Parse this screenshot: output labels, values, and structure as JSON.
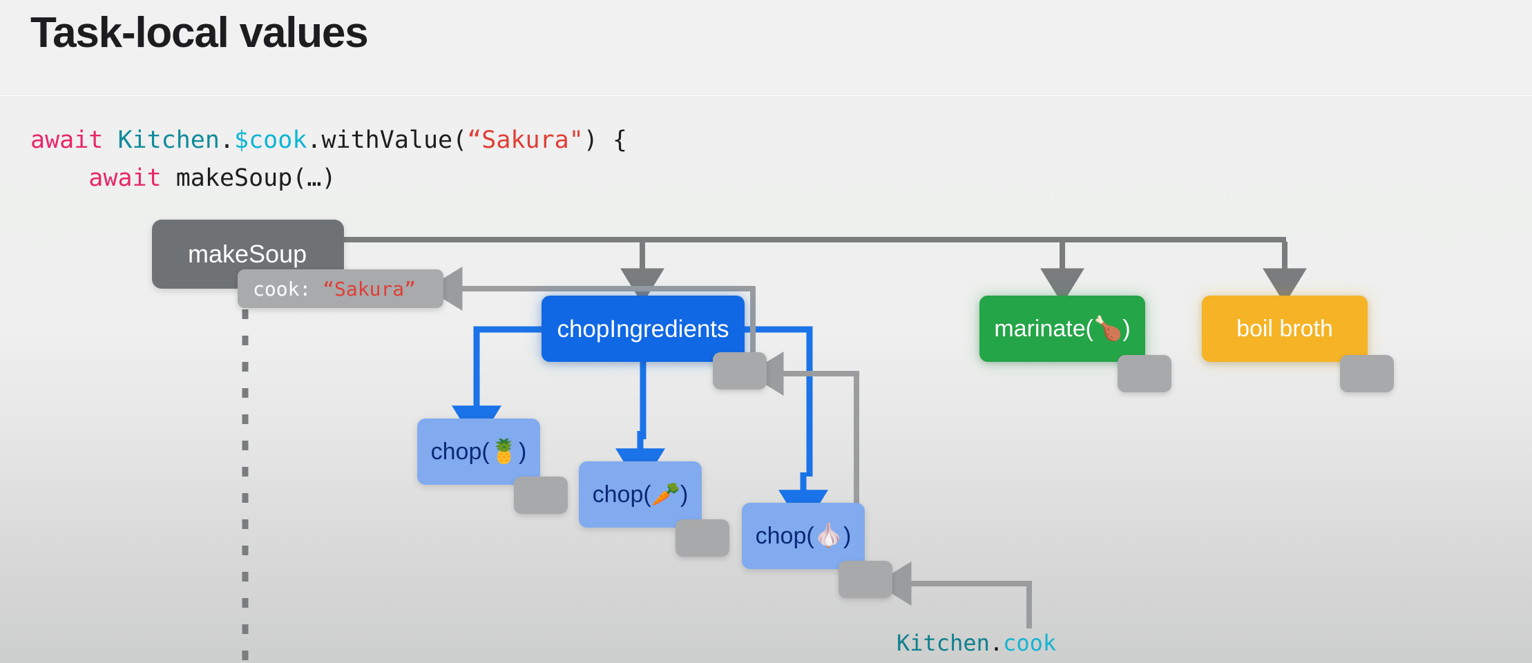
{
  "slide": {
    "title": "Task-local values",
    "background_top": "#f0f1f0",
    "background_bottom": "#cdcfce"
  },
  "code": {
    "line1": {
      "kw_await": "await",
      "space1": " ",
      "type_kitchen": "Kitchen",
      "dot1": ".",
      "prop_cook": "$cook",
      "call": ".withValue(",
      "string": "“Sakura\"",
      "tail": ") {"
    },
    "line2": {
      "indent": "    ",
      "kw_await": "await",
      "space": " ",
      "call": "makeSoup(…)"
    }
  },
  "diagram": {
    "nodes": [
      {
        "id": "makeSoup",
        "label": "makeSoup",
        "color": "#6f7275",
        "text_color": "#ffffff"
      },
      {
        "id": "chopIngredients",
        "label": "chopIngredients",
        "color": "#1168e4",
        "text_color": "#ffffff"
      },
      {
        "id": "marinate",
        "label": "marinate(🍗)",
        "color": "#24a548",
        "text_color": "#ffffff"
      },
      {
        "id": "boilBroth",
        "label": "boil broth",
        "color": "#f5b325",
        "text_color": "#ffffff"
      },
      {
        "id": "chop1",
        "label": "chop(🍍)",
        "color": "#82abef",
        "text_color": "#0b2878"
      },
      {
        "id": "chop2",
        "label": "chop(🥕)",
        "color": "#82abef",
        "text_color": "#0b2878"
      },
      {
        "id": "chop3",
        "label": "chop(🧄)",
        "color": "#82abef",
        "text_color": "#0b2878"
      }
    ],
    "task_local_value": {
      "key": "cook: ",
      "value": "“Sakura”",
      "key_color": "#ffffff",
      "value_color": "#e03e36"
    },
    "caption": {
      "part_type": "Kitchen",
      "part_dot": ".",
      "part_prop": "cook"
    },
    "handle_color": "#a8a9ab",
    "edge_color_parent": "#7a7c7e",
    "edge_color_child": "#1a73e8",
    "edge_color_lookup": "#9a9c9e"
  }
}
